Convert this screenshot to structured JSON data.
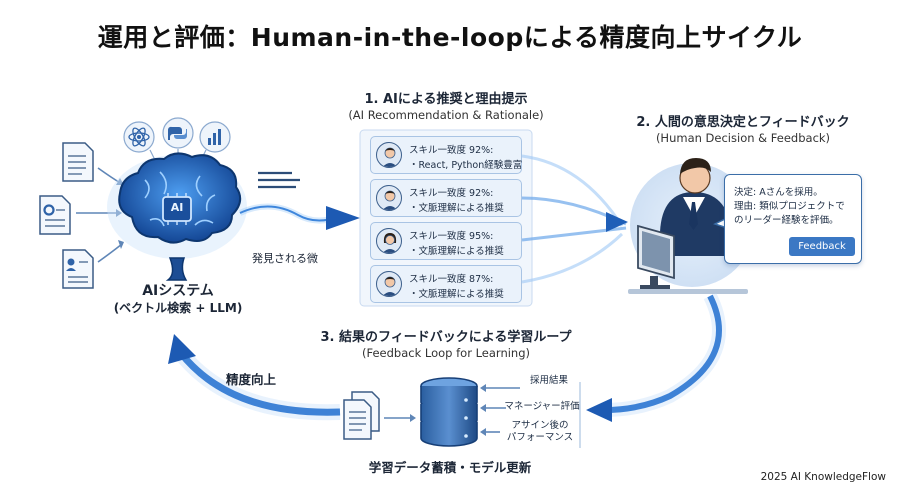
{
  "title": "運用と評価：Human-in-the-loopによる精度向上サイクル",
  "ai_system": {
    "label": "AIシステム",
    "sub": "(ベクトル検索 + LLM)",
    "chip": "AI"
  },
  "step1": {
    "title": "1. AIによる推奨と理由提示",
    "sub": "(AI Recommendation & Rationale)"
  },
  "step2": {
    "title": "2. 人間の意思決定とフィードバック",
    "sub": "(Human Decision & Feedback)"
  },
  "step3": {
    "title": "3. 結果のフィードバックによる学習ループ",
    "sub": "(Feedback Loop for Learning)"
  },
  "recommendations": [
    {
      "line1": "スキル一致度 92%:",
      "line2": "・React, Python経験豊富"
    },
    {
      "line1": "スキル一致度 92%:",
      "line2": "・文脈理解による推奨"
    },
    {
      "line1": "スキル一致度 95%:",
      "line2": "・文脈理解による推奨"
    },
    {
      "line1": "スキル一致度 87%:",
      "line2": "・文脈理解による推奨"
    }
  ],
  "flow_label": "発見される微",
  "decision": {
    "line1": "決定: Aさんを採用。",
    "line2": "理由: 類似プロジェクトで",
    "line3": "のリーダー経験を評価。",
    "button": "Feedback"
  },
  "learning_inputs": {
    "a": "採用結果",
    "b": "マネージャー評価",
    "c1": "アサイン後の",
    "c2": "パフォーマンス"
  },
  "data_label": "学習データ蓄積・モデル更新",
  "accuracy_label": "精度向上",
  "footer": "2025 AI KnowledgeFlow",
  "icons": [
    "document-icon",
    "settings-document-icon",
    "profile-document-icon",
    "react-icon",
    "python-icon",
    "chart-icon",
    "brain-icon",
    "database-icon",
    "person-icon",
    "monitor-icon"
  ],
  "colors": {
    "accent": "#1f5fb8",
    "glow": "#7fb6f2",
    "card_bg": "#eaf2fb",
    "button": "#3b78c4"
  }
}
